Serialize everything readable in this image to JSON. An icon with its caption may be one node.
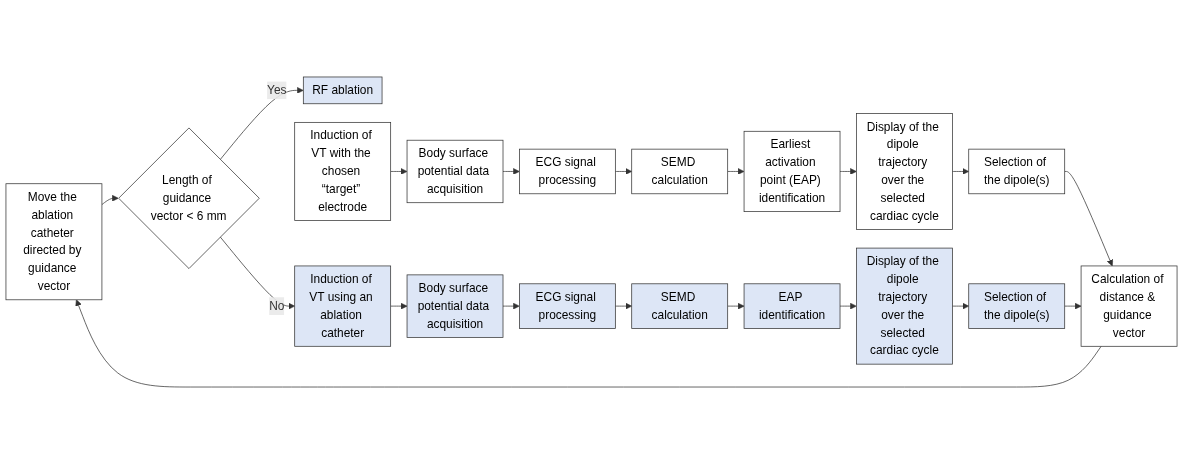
{
  "diagram": {
    "nodes": [
      {
        "text": [
          "Induction of VT with the chosen “target” electrode"
        ]
      },
      {
        "text": [
          "Body surface potential data acquisition"
        ]
      },
      {
        "text": [
          "ECG signal processing"
        ]
      },
      {
        "text": [
          "SEMD calculation"
        ]
      },
      {
        "text": [
          "Earliest activation point (EAP) identification"
        ]
      },
      {
        "text": [
          "Display of the dipole trajectory over the selected cardiac cycle"
        ]
      },
      {
        "text": [
          "Selection of the dipole(s)"
        ]
      },
      {
        "text": [
          "Calculation of distance & guidance vector"
        ]
      },
      {
        "text": [
          "Move the ablation catheter directed by guidance vector"
        ]
      },
      {
        "text": [
          "Length of guidance vector < 6 mm"
        ]
      },
      {
        "text": [
          "RF ablation"
        ]
      },
      {
        "text": [
          "Induction of VT using an ablation catheter"
        ]
      },
      {
        "text": [
          "Body surface potential data acquisition"
        ]
      },
      {
        "text": [
          "ECG signal processing"
        ]
      },
      {
        "text": [
          "SEMD calculation"
        ]
      },
      {
        "text": [
          "EAP identification"
        ]
      },
      {
        "text": [
          "Display of the dipole trajectory over the selected cardiac cycle"
        ]
      },
      {
        "text": [
          "Selection of the dipole(s)"
        ]
      }
    ],
    "edges": [
      {
        "from": 0,
        "to": 1,
        "arrow": "to"
      },
      {
        "from": 1,
        "to": 2,
        "arrow": "to"
      },
      {
        "from": 2,
        "to": 3,
        "arrow": "to"
      },
      {
        "from": 3,
        "to": 4,
        "arrow": "to"
      },
      {
        "from": 4,
        "to": 5,
        "arrow": "to"
      },
      {
        "from": 5,
        "to": 6,
        "arrow": "to"
      },
      {
        "from": 6,
        "to": 7,
        "arrow": "to"
      },
      {
        "from": 7,
        "to": 8,
        "arrow": "to"
      },
      {
        "from": 8,
        "to": 9,
        "arrow": "to"
      },
      {
        "from": 9,
        "to": 10,
        "label": "Yes",
        "arrow": "to"
      },
      {
        "from": 9,
        "to": 11,
        "label": "No",
        "arrow": "to"
      },
      {
        "from": 11,
        "to": 12,
        "arrow": "to"
      },
      {
        "from": 12,
        "to": 13,
        "arrow": "to"
      },
      {
        "from": 13,
        "to": 14,
        "arrow": "to"
      },
      {
        "from": 14,
        "to": 15,
        "arrow": "to"
      },
      {
        "from": 15,
        "to": 16,
        "arrow": "to"
      },
      {
        "from": 16,
        "to": 17,
        "arrow": "to"
      },
      {
        "from": 17,
        "to": 7,
        "arrow": "to"
      }
    ]
  }
}
